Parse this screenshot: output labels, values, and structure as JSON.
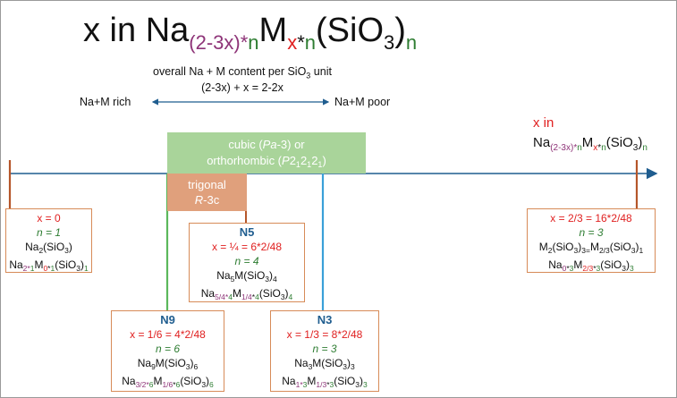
{
  "title": {
    "prefix": "x in Na",
    "sub1_a": "(2-3x)",
    "sub1_b": "*",
    "sub1_c": "n",
    "mid": "M",
    "sub2_a": "x",
    "sub2_b": "*",
    "sub2_c": "n",
    "suffix": "(SiO",
    "sub3": "3",
    "close": ")",
    "sub4": "n"
  },
  "arrow_text": {
    "line1": "overall Na + M content per SiO",
    "line1_sub": "3",
    "line1_end": " unit",
    "line2": "(2-3x) + x = 2-2x",
    "rich": "Na+M rich",
    "poor": "Na+M poor"
  },
  "corner": {
    "x_in": "x in",
    "na": "Na",
    "s1a": "(2-3x)",
    "s1b": "*",
    "s1c": "n",
    "m": "M",
    "s2a": "x",
    "s2b": "*",
    "s2c": "n",
    "sio": "(SiO",
    "s3": "3",
    "close": ")",
    "s4": "n"
  },
  "phases": {
    "cubic_l1": "cubic (",
    "cubic_l1_i": "Pa",
    "cubic_l1_e": "-3) or",
    "cubic_l2": "orthorhombic (",
    "cubic_l2_i": "P",
    "cubic_l2_n1": "2",
    "cubic_l2_s1": "1",
    "cubic_l2_n2": "2",
    "cubic_l2_s2": "1",
    "cubic_l2_n3": "2",
    "cubic_l2_s3": "1",
    "cubic_l2_e": ")",
    "trig_l1": "trigonal",
    "trig_l2": "R",
    "trig_l2_e": "-3c"
  },
  "boxes": {
    "b0": {
      "x": "x = 0",
      "n": "n = 1",
      "f1": "Na",
      "f1s": "2",
      "f1e": "(SiO",
      "f1s2": "3",
      "f1c": ")",
      "f2": "Na",
      "f2s1": "2",
      "f2s2": "*",
      "f2s3": "1",
      "f2m": "M",
      "f2s4": "0",
      "f2s5": "*",
      "f2s6": "1",
      "f2e": "(SiO",
      "f2s7": "3",
      "f2c": ")",
      "f2s8": "1"
    },
    "n5": {
      "label": "N5",
      "x": "x = ¼ = 6*2/48",
      "n": "n = 4",
      "f1": "Na",
      "f1s": "5",
      "f1m": "M(SiO",
      "f1s2": "3",
      "f1c": ")",
      "f1s3": "4",
      "f2": "Na",
      "f2s1": "5/4",
      "f2s2": "*",
      "f2s3": "4",
      "f2m": "M",
      "f2s4": "1/4",
      "f2s5": "*",
      "f2s6": "4",
      "f2e": "(SiO",
      "f2s7": "3",
      "f2c": ")",
      "f2s8": "4"
    },
    "n9": {
      "label": "N9",
      "x": "x = 1/6 = 4*2/48",
      "n": "n = 6",
      "f1": "Na",
      "f1s": "9",
      "f1m": "M(SiO",
      "f1s2": "3",
      "f1c": ")",
      "f1s3": "6",
      "f2": "Na",
      "f2s1": "3/2",
      "f2s2": "*",
      "f2s3": "6",
      "f2m": "M",
      "f2s4": "1/6",
      "f2s5": "*",
      "f2s6": "6",
      "f2e": "(SiO",
      "f2s7": "3",
      "f2c": ")",
      "f2s8": "6"
    },
    "n3": {
      "label": "N3",
      "x": "x = 1/3 = 8*2/48",
      "n": "n = 3",
      "f1": "Na",
      "f1s": "3",
      "f1m": "M(SiO",
      "f1s2": "3",
      "f1c": ")",
      "f1s3": "3",
      "f2": "Na",
      "f2s1": "1",
      "f2s2": "*",
      "f2s3": "3",
      "f2m": "M",
      "f2s4": "1/3",
      "f2s5": "*",
      "f2s6": "3",
      "f2e": "(SiO",
      "f2s7": "3",
      "f2c": ")",
      "f2s8": "3"
    },
    "b23": {
      "x": "x = 2/3 = 16*2/48",
      "n": "n = 3",
      "f1": "M",
      "f1s": "2",
      "f1e": "(SiO",
      "f1s2": "3",
      "f1c": ")",
      "f1s3": "3",
      "f1s4": "=",
      "f1m": "M",
      "f1s5": "2/3",
      "f1e2": "(SiO",
      "f1s6": "3",
      "f1c2": ")",
      "f1s7": "1",
      "f2": "Na",
      "f2s1": "0",
      "f2s2": "*",
      "f2s3": "3",
      "f2m": "M",
      "f2s4": "2/3",
      "f2s5": "*",
      "f2s6": "3",
      "f2e": "(SiO",
      "f2s7": "3",
      "f2c": ")",
      "f2s8": "3"
    }
  },
  "colors": {
    "axis": "#1f5d8f",
    "tick": "#b5562a",
    "cubic": "#a9d49a",
    "trigonal": "#e0a07c",
    "box_border": "#d78b58",
    "red": "#e02020",
    "green": "#2e7d32",
    "purple": "#8e3478",
    "n9_line": "#5cb85c",
    "n3_line": "#3aa0d8"
  }
}
